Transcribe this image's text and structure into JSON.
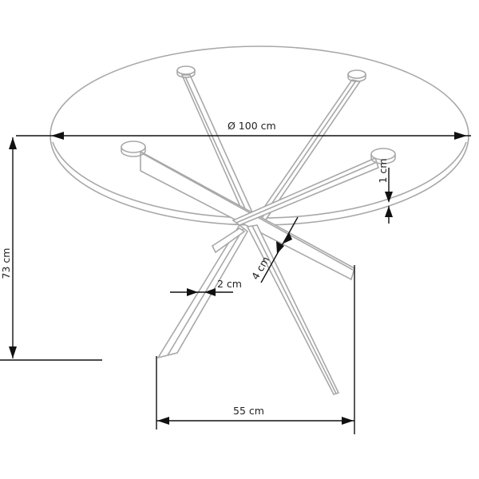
{
  "diagram": {
    "type": "technical-dimension-drawing",
    "subject": "round glass dining table with crossed metal legs",
    "colors": {
      "outline": "#a8a8a8",
      "dimension_line": "#111111",
      "background": "#ffffff"
    },
    "dimensions": {
      "diameter": {
        "label": "Ø 100 cm",
        "value": 100,
        "unit": "cm"
      },
      "height": {
        "label": "73 cm",
        "value": 73,
        "unit": "cm"
      },
      "top_thickness": {
        "label": "1 cm",
        "value": 1,
        "unit": "cm"
      },
      "leg_width_front": {
        "label": "2 cm",
        "value": 2,
        "unit": "cm"
      },
      "leg_width_side": {
        "label": "4 cm",
        "value": 4,
        "unit": "cm"
      },
      "leg_span": {
        "label": "55 cm",
        "value": 55,
        "unit": "cm"
      }
    }
  }
}
